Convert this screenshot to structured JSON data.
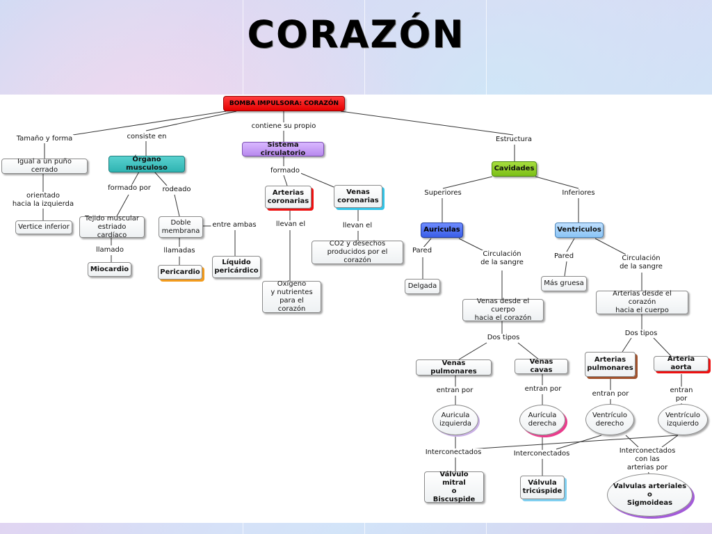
{
  "title": "CORAZÓN",
  "nodes": {
    "root": "BOMBA IMPULSORA: CORAZÓN",
    "igual": "Igual a un puño cerrado",
    "vertice": "Vertice inferior",
    "organo": "Órgano musculoso",
    "tejido": "Tejido muscular\nestriado cardíaco",
    "miocardio": "Miocardio",
    "doble": "Doble\nmembrana",
    "pericardio": "Pericardio",
    "liquido": "Líquido\npericárdico",
    "sistema": "Sistema circulatorio",
    "arterias_cor": "Arterias\ncoronarias",
    "venas_cor": "Venas\ncoronarias",
    "oxigeno": "Oxígeno\ny nutrientes\npara el corazón",
    "co2": "CO2 y desechos\nproducidos por el corazón",
    "cavidades": "Cavidades",
    "auriculas": "Auriculas",
    "delgada": "Delgada",
    "venas_desde": "Venas desde el cuerpo\nhacia el corazón",
    "venas_pulm": "Venas pulmonares",
    "venas_cavas": "Venas cavas",
    "auricula_izq": "Auricula\nizquierda",
    "auricula_der": "Aurícula\nderecha",
    "valvulo_mitral": "Válvulo mitral\no\nBiscuspide",
    "valvula_tric": "Válvula\ntricúspide",
    "ventriculos": "Ventriculos",
    "mas_gruesa": "Más gruesa",
    "arterias_desde": "Arterias desde el corazón\nhacia el cuerpo",
    "arterias_pulm": "Arterias\npulmonares",
    "arteria_aorta": "Arteria aorta",
    "ventriculo_der": "Ventrículo\nderecho",
    "ventriculo_izq": "Ventrículo\nizquierdo",
    "valvulas_art": "Valvulas arteriales\no\nSigmoideas"
  },
  "labels": {
    "tamano": "Tamaño y forma",
    "orientado": "orientado\nhacia la izquierda",
    "consiste": "consiste en",
    "formado_por": "formado por",
    "rodeado": "rodeado",
    "llamado": "llamado",
    "llamadas": "llamadas",
    "entre_ambas": "entre ambas",
    "contiene": "contiene su propio",
    "formado": "formado",
    "llevan1": "llevan el",
    "llevan2": "llevan el",
    "estructura": "Estructura",
    "superiores": "Superiores",
    "inferiores": "Inferiores",
    "pared1": "Pared",
    "pared2": "Pared",
    "circ1": "Circulación\nde la sangre",
    "circ2": "Circulación\nde la sangre",
    "dos_tipos1": "Dos tipos",
    "dos_tipos2": "Dos tipos",
    "entran1": "entran por",
    "entran2": "entran por",
    "entran3": "entran por",
    "entran4": "entran por",
    "inter1": "Interconectados",
    "inter2": "Interconectados",
    "inter3": "Interconectados con las\narterias por"
  }
}
